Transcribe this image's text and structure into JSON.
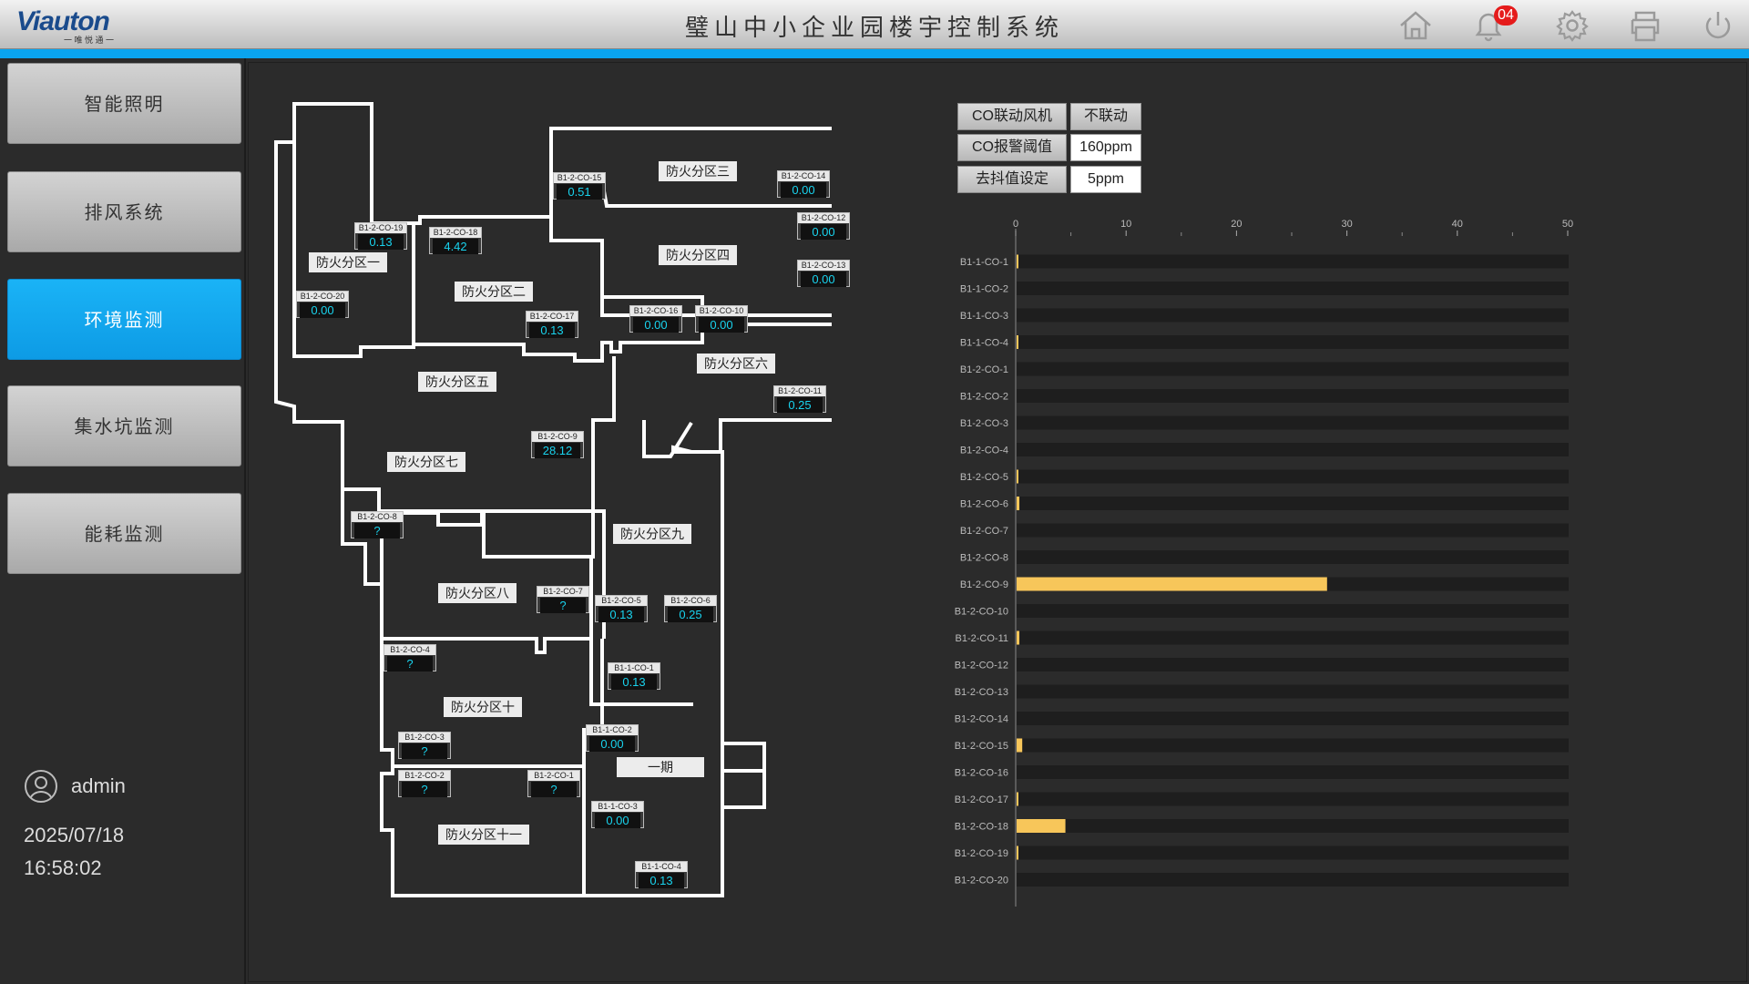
{
  "header": {
    "logo_text": "Viauton",
    "logo_subtitle": "一 唯 悦 通 一",
    "title": "璧山中小企业园楼宇控制系统",
    "alarm_count": "04",
    "icons": [
      "home-icon",
      "bell-icon",
      "gear-icon",
      "printer-icon",
      "power-icon"
    ],
    "accent_color": "#0aa4ef"
  },
  "sidebar": {
    "items": [
      {
        "label": "智能照明",
        "active": false
      },
      {
        "label": "排风系统",
        "active": false
      },
      {
        "label": "环境监测",
        "active": true
      },
      {
        "label": "集水坑监测",
        "active": false
      },
      {
        "label": "能耗监测",
        "active": false
      }
    ],
    "user": "admin",
    "date": "2025/07/18",
    "time": "16:58:02"
  },
  "floorplan": {
    "zones": [
      {
        "id": "z1",
        "label": "防火分区一"
      },
      {
        "id": "z2",
        "label": "防火分区二"
      },
      {
        "id": "z3",
        "label": "防火分区三"
      },
      {
        "id": "z4",
        "label": "防火分区四"
      },
      {
        "id": "z5",
        "label": "防火分区五"
      },
      {
        "id": "z6",
        "label": "防火分区六"
      },
      {
        "id": "z7",
        "label": "防火分区七"
      },
      {
        "id": "z8",
        "label": "防火分区八"
      },
      {
        "id": "z9",
        "label": "防火分区九"
      },
      {
        "id": "z10",
        "label": "防火分区十"
      },
      {
        "id": "z11",
        "label": "防火分区十一"
      },
      {
        "id": "z12",
        "label": "一期"
      }
    ],
    "sensors": [
      {
        "id": "B1-2-CO-19",
        "value": "0.13"
      },
      {
        "id": "B1-2-CO-18",
        "value": "4.42"
      },
      {
        "id": "B1-2-CO-15",
        "value": "0.51"
      },
      {
        "id": "B1-2-CO-14",
        "value": "0.00"
      },
      {
        "id": "B1-2-CO-12",
        "value": "0.00"
      },
      {
        "id": "B1-2-CO-13",
        "value": "0.00"
      },
      {
        "id": "B1-2-CO-20",
        "value": "0.00"
      },
      {
        "id": "B1-2-CO-17",
        "value": "0.13"
      },
      {
        "id": "B1-2-CO-16",
        "value": "0.00"
      },
      {
        "id": "B1-2-CO-10",
        "value": "0.00"
      },
      {
        "id": "B1-2-CO-11",
        "value": "0.25"
      },
      {
        "id": "B1-2-CO-9",
        "value": "28.12"
      },
      {
        "id": "B1-2-CO-8",
        "value": "?"
      },
      {
        "id": "B1-2-CO-7",
        "value": "?"
      },
      {
        "id": "B1-2-CO-5",
        "value": "0.13"
      },
      {
        "id": "B1-2-CO-6",
        "value": "0.25"
      },
      {
        "id": "B1-2-CO-4",
        "value": "?"
      },
      {
        "id": "B1-1-CO-1",
        "value": "0.13"
      },
      {
        "id": "B1-2-CO-3",
        "value": "?"
      },
      {
        "id": "B1-1-CO-2",
        "value": "0.00"
      },
      {
        "id": "B1-2-CO-2",
        "value": "?"
      },
      {
        "id": "B1-2-CO-1",
        "value": "?"
      },
      {
        "id": "B1-1-CO-3",
        "value": "0.00"
      },
      {
        "id": "B1-1-CO-4",
        "value": "0.13"
      }
    ]
  },
  "controls": [
    {
      "label": "CO联动风机",
      "value": "不联动"
    },
    {
      "label": "CO报警阈值",
      "value": "160ppm"
    },
    {
      "label": "去抖值设定",
      "value": "5ppm"
    }
  ],
  "chart_data": {
    "type": "bar",
    "orientation": "horizontal",
    "categories": [
      "B1-1-CO-1",
      "B1-1-CO-2",
      "B1-1-CO-3",
      "B1-1-CO-4",
      "B1-2-CO-1",
      "B1-2-CO-2",
      "B1-2-CO-3",
      "B1-2-CO-4",
      "B1-2-CO-5",
      "B1-2-CO-6",
      "B1-2-CO-7",
      "B1-2-CO-8",
      "B1-2-CO-9",
      "B1-2-CO-10",
      "B1-2-CO-11",
      "B1-2-CO-12",
      "B1-2-CO-13",
      "B1-2-CO-14",
      "B1-2-CO-15",
      "B1-2-CO-16",
      "B1-2-CO-17",
      "B1-2-CO-18",
      "B1-2-CO-19",
      "B1-2-CO-20"
    ],
    "values": [
      0.13,
      0,
      0,
      0.13,
      0,
      0,
      0,
      0,
      0.13,
      0.25,
      0,
      0,
      28.12,
      0,
      0.25,
      0,
      0,
      0,
      0.51,
      0,
      0.13,
      4.42,
      0.13,
      0
    ],
    "xlim": [
      0,
      50
    ],
    "xticks": [
      0,
      10,
      20,
      30,
      40,
      50
    ],
    "bar_color": "#f7c65a",
    "track_color": "#1e1e1e"
  }
}
